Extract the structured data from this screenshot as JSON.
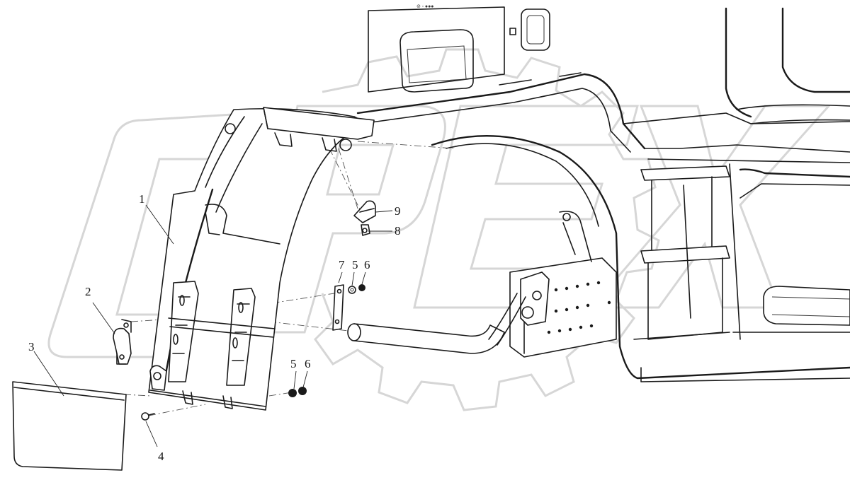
{
  "diagram": {
    "watermark_text": "OPEX",
    "callouts": [
      {
        "id": "c1",
        "label": "1"
      },
      {
        "id": "c2",
        "label": "2"
      },
      {
        "id": "c3",
        "label": "3"
      },
      {
        "id": "c4",
        "label": "4"
      },
      {
        "id": "c5a",
        "label": "5"
      },
      {
        "id": "c5b",
        "label": "5"
      },
      {
        "id": "c6a",
        "label": "6"
      },
      {
        "id": "c6b",
        "label": "6"
      },
      {
        "id": "c7",
        "label": "7"
      },
      {
        "id": "c8",
        "label": "8"
      },
      {
        "id": "c9",
        "label": "9"
      }
    ]
  }
}
